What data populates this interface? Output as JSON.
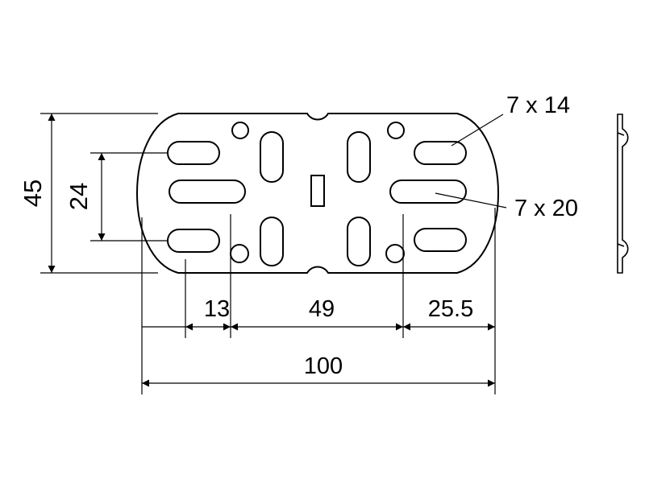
{
  "drawing": {
    "labels": {
      "height_total": "45",
      "slot_spacing": "24",
      "offset_left": "13",
      "center_spacing": "49",
      "offset_right": "25.5",
      "width_total": "100",
      "slot_small": "7 x 14",
      "slot_large": "7 x 20"
    },
    "colors": {
      "line": "#000000",
      "background": "#ffffff"
    }
  }
}
